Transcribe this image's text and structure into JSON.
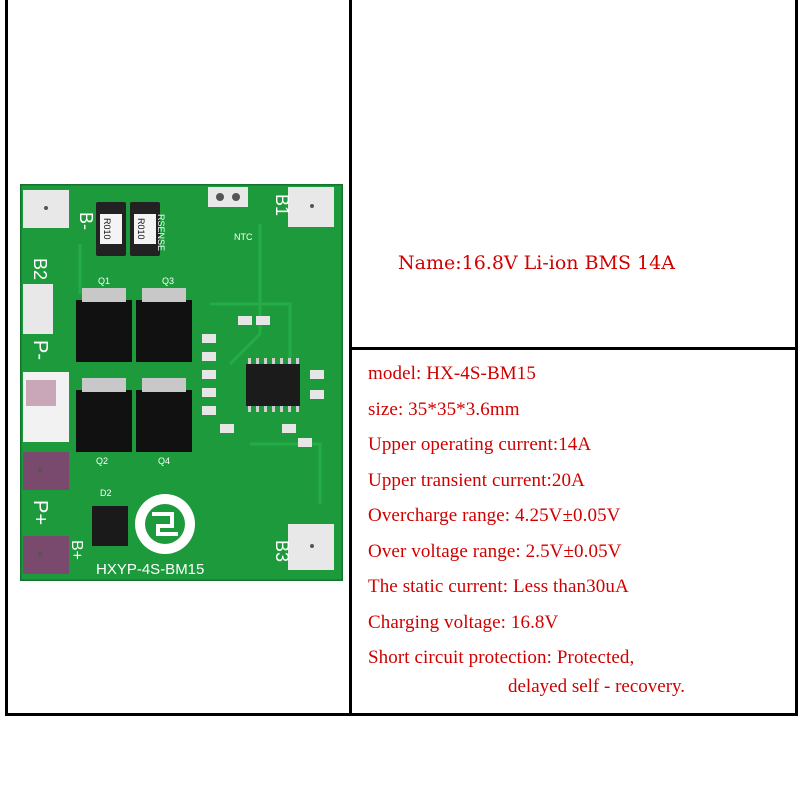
{
  "board": {
    "pads": {
      "b_minus": "B-",
      "b1": "B1",
      "b2": "B2",
      "p_minus": "P-",
      "p_plus": "P+",
      "b_plus": "B+",
      "b3": "B3"
    },
    "silkscreen": {
      "model": "HXYP-4S-BM15",
      "rsense": "RSENSE",
      "resistor_code": "R010",
      "ntc": "NTC",
      "q1": "Q1",
      "q2": "Q2",
      "q3": "Q3",
      "q4": "Q4",
      "d2": "D2"
    },
    "colors": {
      "pcb": "#1c9a3c",
      "pad": "#e8e8e8",
      "silk": "#ffffff"
    }
  },
  "product": {
    "name": "Name:16.8V Li-ion BMS 14A"
  },
  "specs": {
    "items": [
      "model: HX-4S-BM15",
      "size:  35*35*3.6mm",
      "Upper operating current:14A",
      "Upper transient current:20A",
      "Overcharge range: 4.25V±0.05V",
      "Over voltage range: 2.5V±0.05V",
      "The static current: Less than30uA",
      "Charging voltage: 16.8V",
      "Short circuit protection: Protected,"
    ],
    "continuation": "delayed self - recovery.",
    "text_color": "#d00000"
  }
}
